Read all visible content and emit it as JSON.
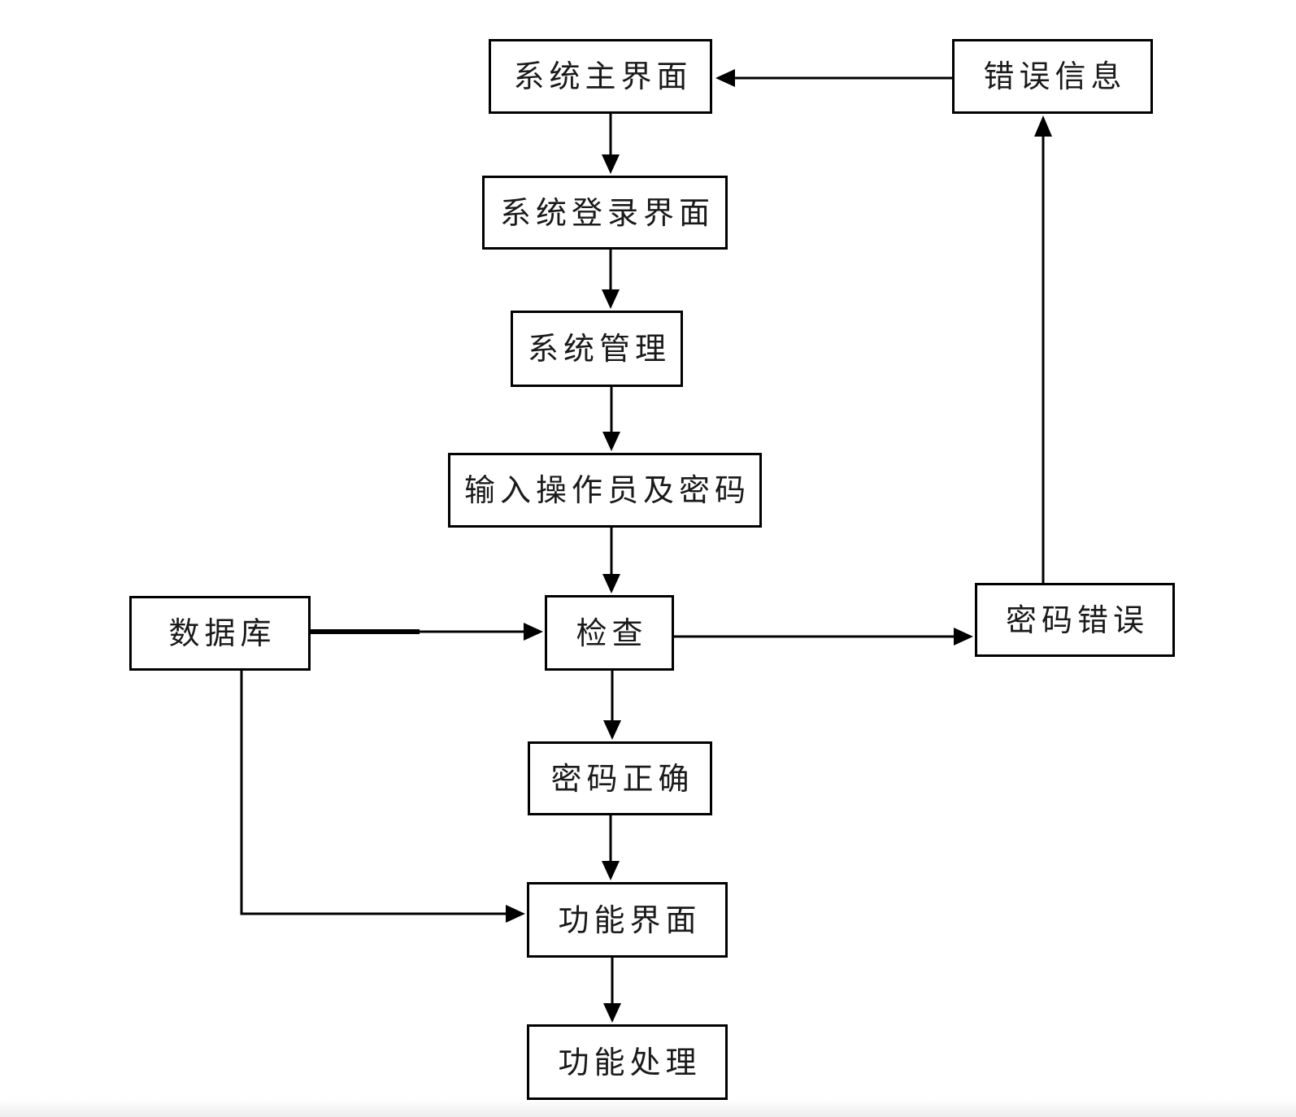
{
  "diagram": {
    "colors": {
      "line": "#000000",
      "text": "#1a1a1a",
      "node_fill": "#ffffff",
      "background": "#ffffff"
    },
    "nodes": {
      "main_ui": {
        "label": "系统主界面"
      },
      "error_info": {
        "label": "错误信息"
      },
      "login_ui": {
        "label": "系统登录界面"
      },
      "system_mgmt": {
        "label": "系统管理"
      },
      "input_credentials": {
        "label": "输入操作员及密码"
      },
      "database": {
        "label": "数据库"
      },
      "check": {
        "label": "检查"
      },
      "password_wrong": {
        "label": "密码错误"
      },
      "password_correct": {
        "label": "密码正确"
      },
      "function_ui": {
        "label": "功能界面"
      },
      "function_process": {
        "label": "功能处理"
      }
    },
    "edges": [
      {
        "from": "main_ui",
        "to": "login_ui"
      },
      {
        "from": "login_ui",
        "to": "system_mgmt"
      },
      {
        "from": "system_mgmt",
        "to": "input_credentials"
      },
      {
        "from": "input_credentials",
        "to": "check"
      },
      {
        "from": "database",
        "to": "check"
      },
      {
        "from": "check",
        "to": "password_wrong"
      },
      {
        "from": "password_wrong",
        "to": "error_info"
      },
      {
        "from": "error_info",
        "to": "main_ui"
      },
      {
        "from": "check",
        "to": "password_correct"
      },
      {
        "from": "password_correct",
        "to": "function_ui"
      },
      {
        "from": "database",
        "to": "function_ui"
      },
      {
        "from": "function_ui",
        "to": "function_process"
      }
    ]
  }
}
